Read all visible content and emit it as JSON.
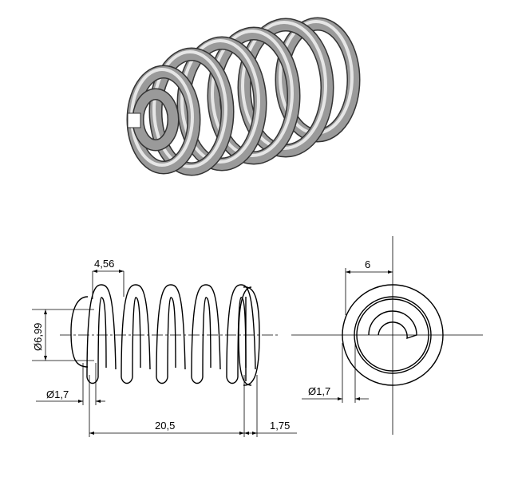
{
  "drawing": {
    "iso_view": {
      "shaded_color": "#9a9a9a",
      "highlight_color": "#e6e6e6"
    },
    "dimensions": {
      "pitch": "4,56",
      "outer_diameter": "Ø6,99",
      "wire_diameter_side": "Ø1,7",
      "overall_length": "20,5",
      "end_offset": "1,75",
      "end_radius": "6",
      "wire_diameter_end": "Ø1,7"
    }
  }
}
